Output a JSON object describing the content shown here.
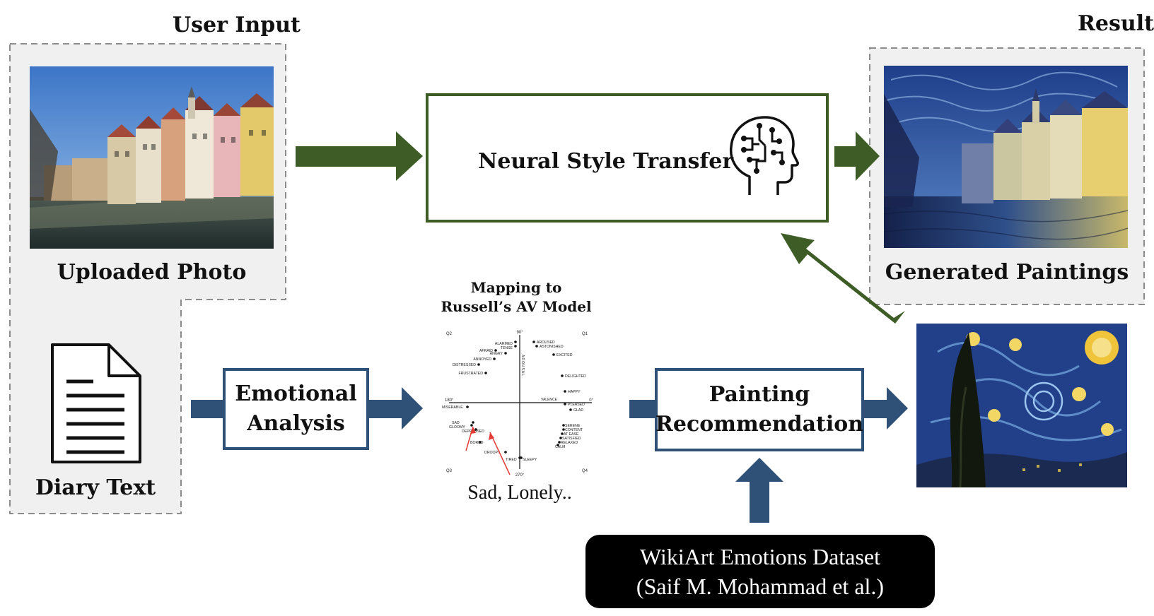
{
  "labels": {
    "user_input": "User Input",
    "result": "Result",
    "uploaded_photo": "Uploaded Photo",
    "diary_text": "Diary Text",
    "generated_paintings": "Generated Paintings",
    "mapping_line1": "Mapping to",
    "mapping_line2": "Russell’s AV Model",
    "sad_lonely": "Sad, Lonely.."
  },
  "boxes": {
    "neural_style_transfer": "Neural Style Transfer",
    "emotional_analysis_line1": "Emotional",
    "emotional_analysis_line2": "Analysis",
    "painting_recommendation_line1": "Painting",
    "painting_recommendation_line2": "Recommendation"
  },
  "dataset": {
    "line1": "WikiArt Emotions Dataset",
    "line2": "(Saif M. Mohammad et al.)"
  },
  "av_model": {
    "quadrants": [
      "Q2",
      "Q1",
      "Q3",
      "Q4"
    ],
    "axis_top": "90°",
    "axis_left": "180°",
    "axis_right": "0°",
    "axis_bottom": "270°",
    "arousal_label": "AROUSAL",
    "valence_label": "VALENCE",
    "emotions": [
      "ALARMED",
      "TENSE",
      "AFRAID",
      "ANGRY",
      "ANNOYED",
      "DISTRESSED",
      "FRUSTRATED",
      "AROUSED",
      "ASTONISHED",
      "EXCITED",
      "DELIGHTED",
      "HAPPY",
      "PLEASED",
      "GLAD",
      "MISERABLE",
      "SAD",
      "GLOOMY",
      "DEPRESSED",
      "BORED",
      "DROOPY",
      "TIRED",
      "SLEEPY",
      "SERENE",
      "CONTENT",
      "AT EASE",
      "SATISFIED",
      "RELAXED",
      "CALM"
    ]
  },
  "colors": {
    "green_arrow": "#3e5c25",
    "blue_arrow": "#2f5177",
    "panel_bg": "#f0f0f0",
    "annotation_red": "#e53935"
  },
  "icons": {
    "brain": "brain-circuit-icon",
    "document": "document-icon"
  }
}
